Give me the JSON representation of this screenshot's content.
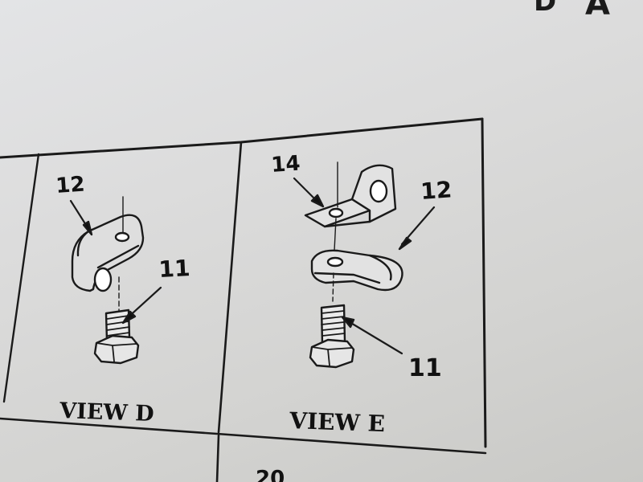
{
  "page_corner": {
    "letter_left": "D",
    "letter_right": "A"
  },
  "views": [
    {
      "caption": "VIEW D",
      "callouts": {
        "clamp": "12",
        "bolt": "11"
      }
    },
    {
      "caption": "VIEW E",
      "callouts": {
        "bracket": "14",
        "clamp": "12",
        "bolt": "11"
      }
    }
  ],
  "footer_number": "20"
}
